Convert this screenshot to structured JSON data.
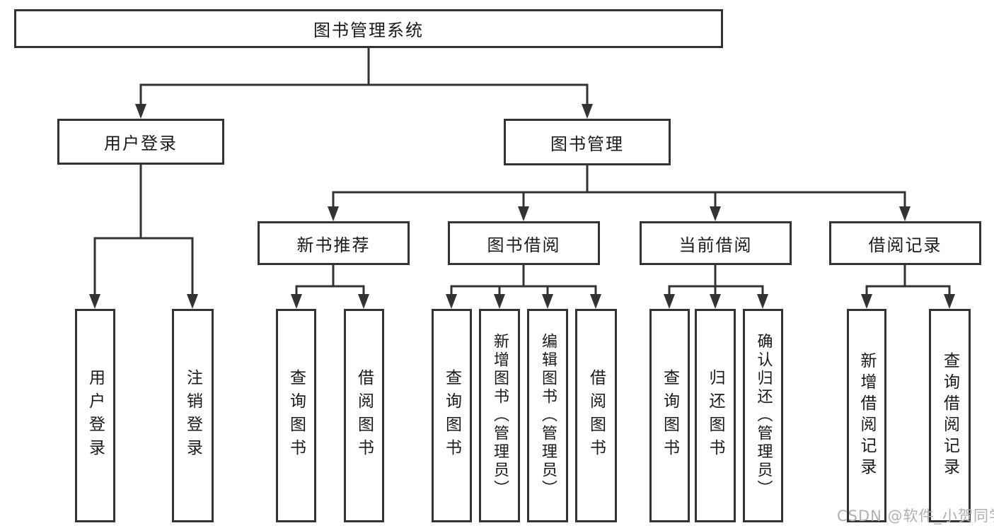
{
  "diagram": {
    "tree": {
      "label": "图书管理系统",
      "children": [
        {
          "label": "用户登录",
          "children": [
            {
              "label": "用户登录"
            },
            {
              "label": "注销登录"
            }
          ]
        },
        {
          "label": "图书管理",
          "children": [
            {
              "label": "新书推荐",
              "children": [
                {
                  "label": "查询图书"
                },
                {
                  "label": "借阅图书"
                }
              ]
            },
            {
              "label": "图书借阅",
              "children": [
                {
                  "label": "查询图书"
                },
                {
                  "label": "新增图书（管理员）"
                },
                {
                  "label": "编辑图书（管理员）"
                },
                {
                  "label": "借阅图书"
                }
              ]
            },
            {
              "label": "当前借阅",
              "children": [
                {
                  "label": "查询图书"
                },
                {
                  "label": "归还图书"
                },
                {
                  "label": "确认归还（管理员）"
                }
              ]
            },
            {
              "label": "借阅记录",
              "children": [
                {
                  "label": "新增借阅记录"
                },
                {
                  "label": "查询借阅记录"
                }
              ]
            }
          ]
        }
      ]
    },
    "colors": {
      "line": "#333333",
      "node_border": "#333333",
      "node_text": "#1a1a1a",
      "background": "#ffffff",
      "watermark": "#b0b0b0"
    }
  },
  "watermark": {
    "text": "CSDN @软件_小贺同学"
  }
}
